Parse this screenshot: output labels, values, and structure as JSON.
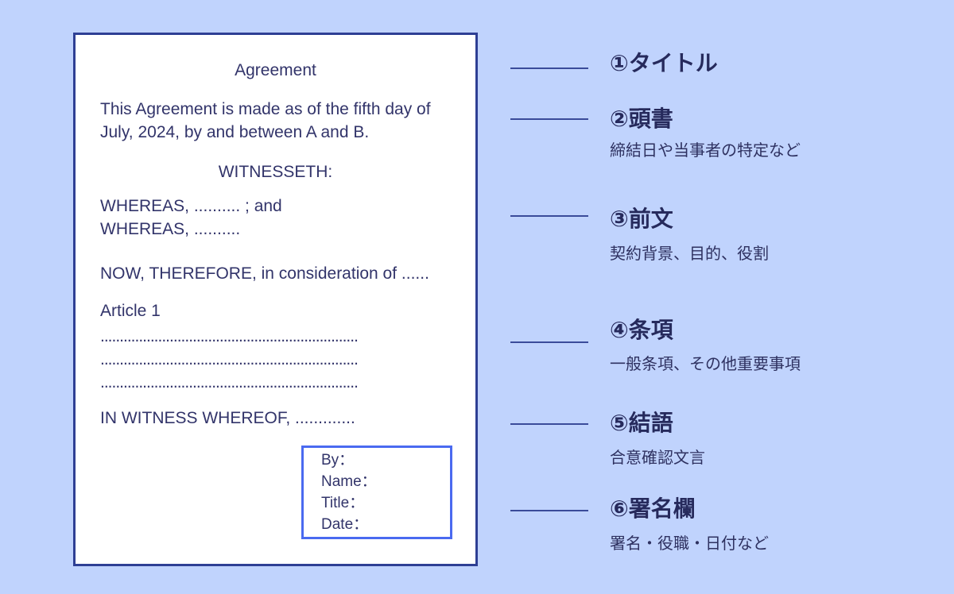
{
  "document": {
    "title": "Agreement",
    "preamble_line1": "This Agreement is made as of the fifth day of",
    "preamble_line2": "July, 2024, by and between A and B.",
    "witnesseth": "WITNESSETH:",
    "whereas_1": "WHEREAS, .......... ; and",
    "whereas_2": "WHEREAS,  ..........",
    "now_therefore": "NOW, THEREFORE, in consideration of ......",
    "article": "Article 1",
    "article_lines": [
      "...................................................................",
      "...................................................................",
      "..................................................................."
    ],
    "in_witness": "IN WITNESS WHEREOF, .............",
    "signature_block": {
      "by": "By：",
      "name": "Name：",
      "title": "Title：",
      "date": "Date："
    }
  },
  "labels": [
    {
      "heading": "①タイトル",
      "description": ""
    },
    {
      "heading": "②頭書",
      "description": "締結日や当事者の特定など"
    },
    {
      "heading": "③前文",
      "description": "契約背景、目的、役割"
    },
    {
      "heading": "④条項",
      "description": "一般条項、その他重要事項"
    },
    {
      "heading": "⑤結語",
      "description": "合意確認文言"
    },
    {
      "heading": "⑥署名欄",
      "description": "署名・役職・日付など"
    }
  ],
  "colors": {
    "background": "#c0d3fd",
    "document_border": "#2e3f94",
    "signature_border": "#4a6af0",
    "text": "#2d2f5e"
  }
}
